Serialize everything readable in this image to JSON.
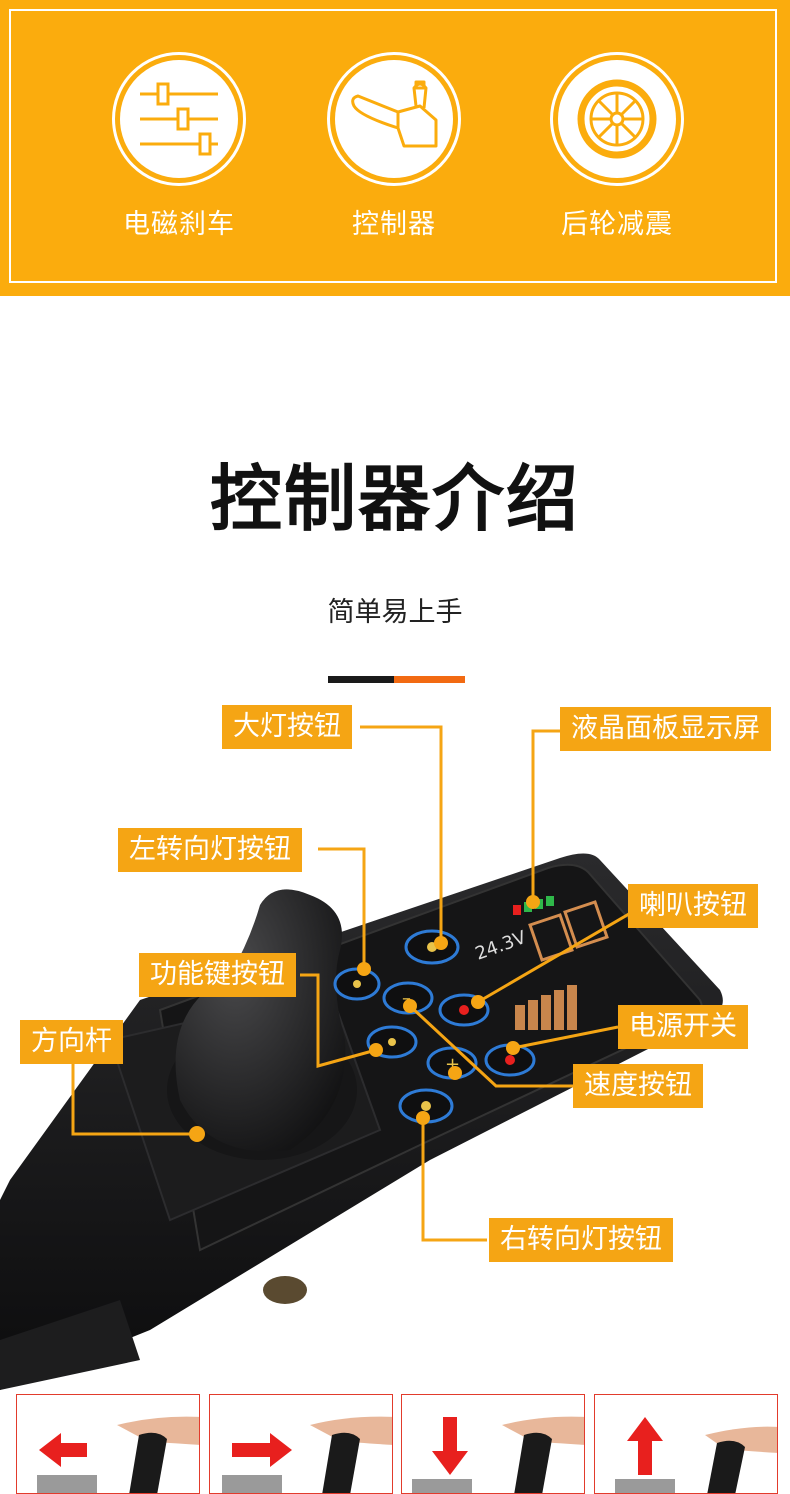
{
  "features": [
    {
      "label": "电磁刹车",
      "icon": "slider-controls-icon"
    },
    {
      "label": "控制器",
      "icon": "joystick-controller-icon"
    },
    {
      "label": "后轮减震",
      "icon": "wheel-icon"
    }
  ],
  "section": {
    "title": "控制器介绍",
    "subtitle": "简单易上手"
  },
  "callouts": {
    "headlight": "大灯按钮",
    "lcd": "液晶面板显示屏",
    "left_turn": "左转向灯按钮",
    "horn": "喇叭按钮",
    "function": "功能键按钮",
    "power": "电源开关",
    "joystick": "方向杆",
    "speed": "速度按钮",
    "right_turn": "右转向灯按钮"
  },
  "directions": [
    {
      "arrow": "left-arrow-icon"
    },
    {
      "arrow": "right-arrow-icon"
    },
    {
      "arrow": "down-arrow-icon"
    },
    {
      "arrow": "up-arrow-icon"
    }
  ],
  "colors": {
    "banner": "#fbac0d",
    "callout": "#f5a514",
    "accent_orange": "#f26a12",
    "arrow_red": "#e8201e"
  }
}
